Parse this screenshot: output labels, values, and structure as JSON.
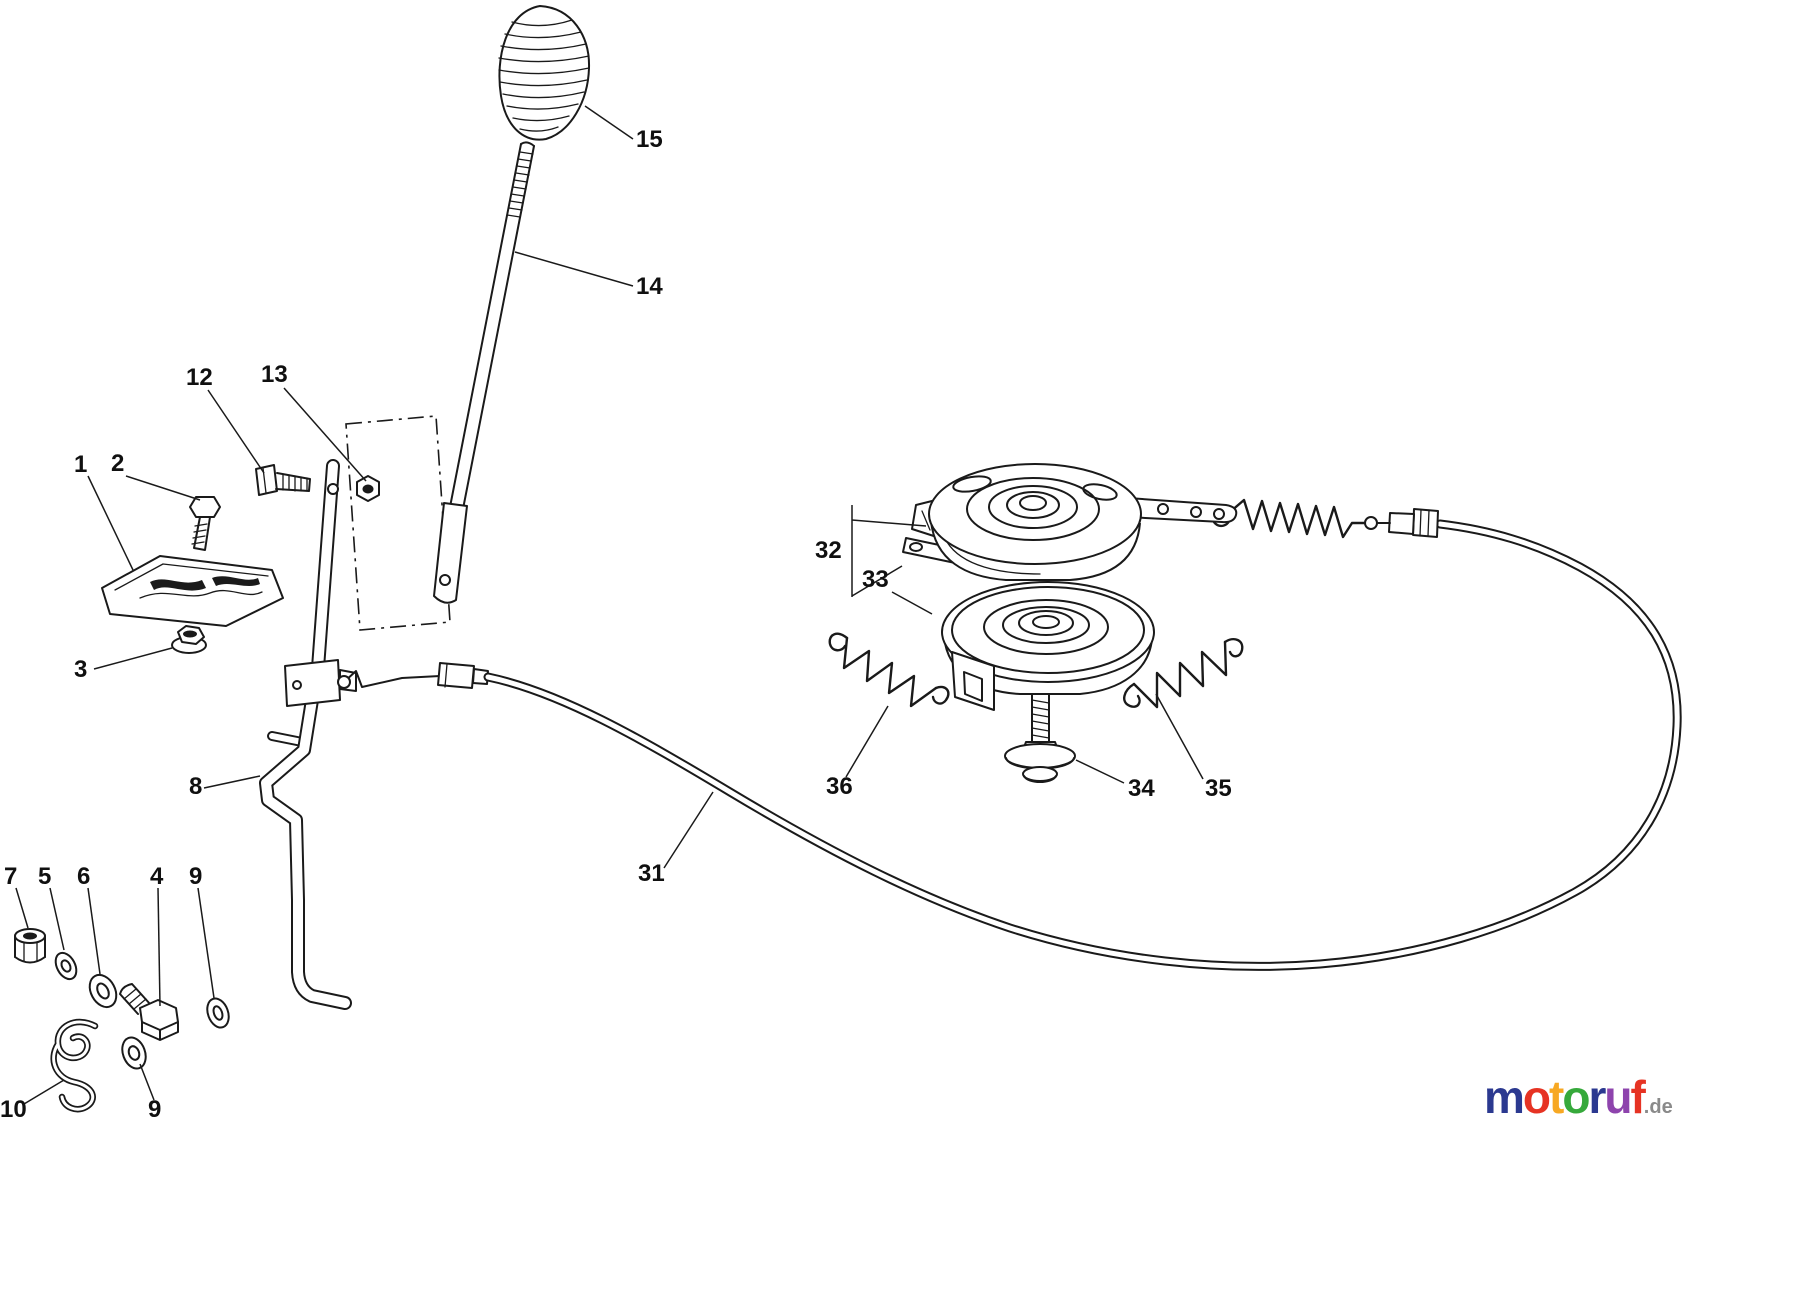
{
  "diagram": {
    "line_color": "#1a1a1a",
    "background": "#ffffff",
    "callouts": [
      {
        "label": "15"
      },
      {
        "label": "14"
      },
      {
        "label": "12"
      },
      {
        "label": "13"
      },
      {
        "label": "1"
      },
      {
        "label": "2"
      },
      {
        "label": "3"
      },
      {
        "label": "8"
      },
      {
        "label": "31"
      },
      {
        "label": "32"
      },
      {
        "label": "33"
      },
      {
        "label": "36"
      },
      {
        "label": "34"
      },
      {
        "label": "35"
      },
      {
        "label": "7"
      },
      {
        "label": "5"
      },
      {
        "label": "6"
      },
      {
        "label": "4"
      },
      {
        "label": "9"
      },
      {
        "label": "10"
      },
      {
        "label": "9"
      }
    ]
  },
  "brand": {
    "suffix": ".de",
    "suffix_color": "#8a8a8a",
    "letters": [
      {
        "ch": "m",
        "color": "#2b3990"
      },
      {
        "ch": "o",
        "color": "#e63323"
      },
      {
        "ch": "t",
        "color": "#f7a823"
      },
      {
        "ch": "o",
        "color": "#36a93b"
      },
      {
        "ch": "r",
        "color": "#2b3990"
      },
      {
        "ch": "u",
        "color": "#8e44ad"
      },
      {
        "ch": "f",
        "color": "#e63323"
      }
    ]
  }
}
